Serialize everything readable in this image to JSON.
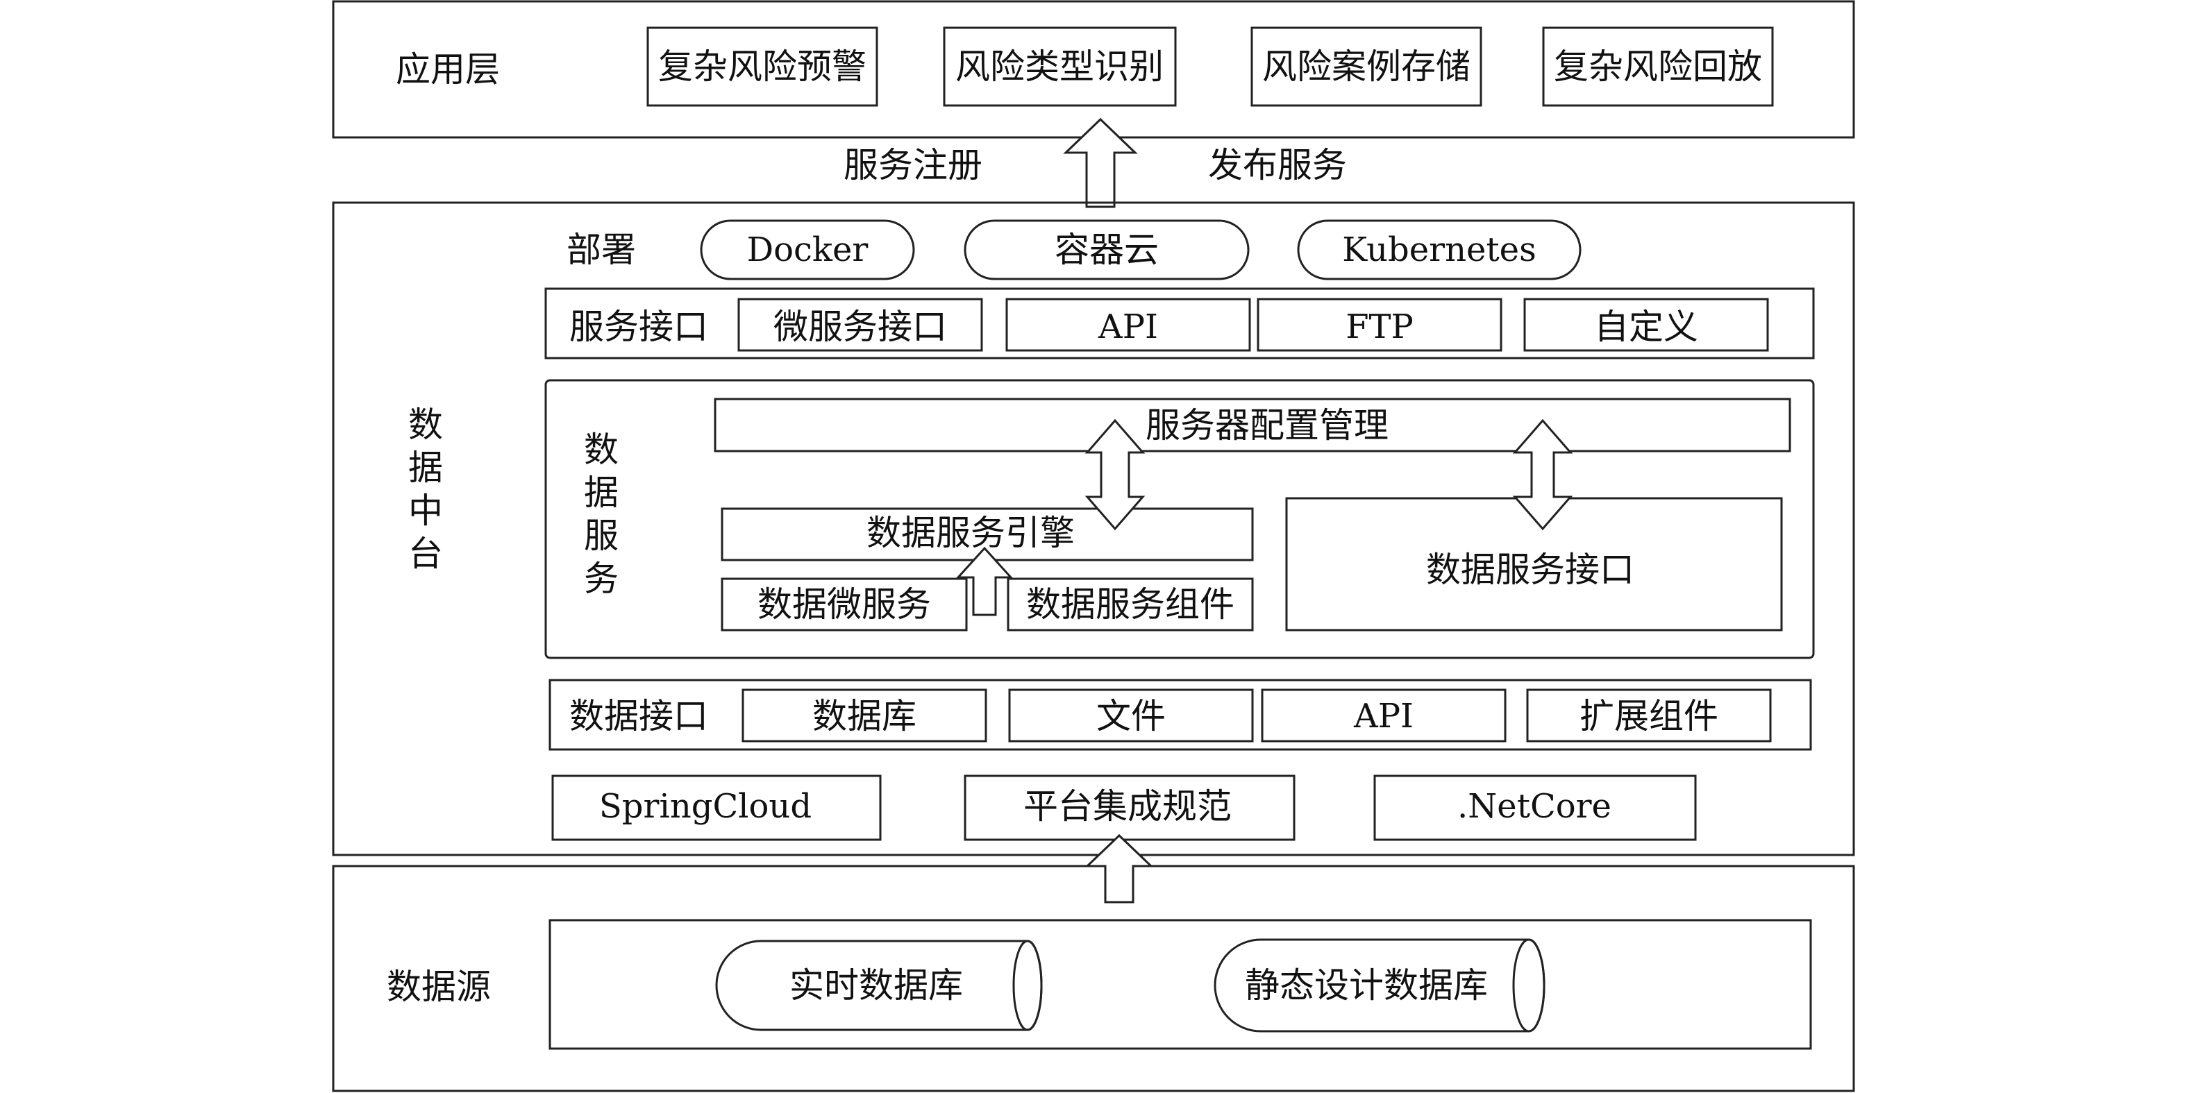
{
  "app_layer": {
    "label": "应用层",
    "boxes": [
      "复杂风险预警",
      "风险类型识别",
      "风险案例存储",
      "复杂风险回放"
    ]
  },
  "arrow_labels": {
    "left": "服务注册",
    "right": "发布服务"
  },
  "middle_platform": {
    "label_chars": [
      "数",
      "据",
      "中",
      "台"
    ],
    "deploy": {
      "label": "部署",
      "items": [
        "Docker",
        "容器云",
        "Kubernetes"
      ]
    },
    "service_interface": {
      "label": "服务接口",
      "items": [
        "微服务接口",
        "API",
        "FTP",
        "自定义"
      ]
    },
    "data_service": {
      "label_chars": [
        "数",
        "据",
        "服",
        "务"
      ],
      "server_config": "服务器配置管理",
      "engine": "数据服务引擎",
      "micro_service": "数据微服务",
      "components": "数据服务组件",
      "interface": "数据服务接口"
    },
    "data_interface": {
      "label": "数据接口",
      "items": [
        "数据库",
        "文件",
        "API",
        "扩展组件"
      ]
    },
    "integration": [
      "SpringCloud",
      "平台集成规范",
      ".NetCore"
    ]
  },
  "data_source": {
    "label": "数据源",
    "databases": [
      "实时数据库",
      "静态设计数据库"
    ]
  }
}
